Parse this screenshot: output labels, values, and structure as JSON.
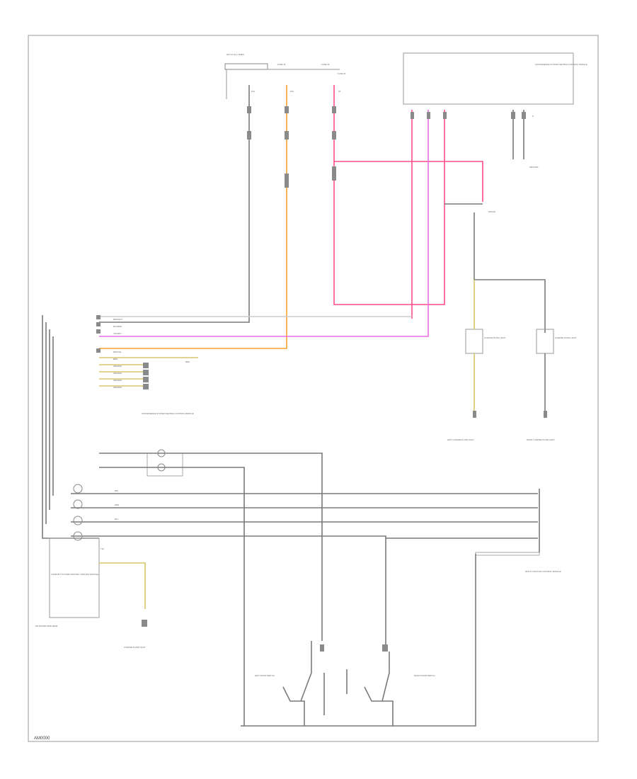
{
  "diagram": {
    "reference": "AM0000",
    "colors": {
      "black_wire": "#7a7a7a",
      "pink_wire": "#ff4d86",
      "magenta_wire": "#e66fe6",
      "orange_wire": "#f5a12a",
      "yellow_wire": "#d9c56a",
      "frame": "#999999"
    },
    "labels": {
      "top_fuse_box": "HOT AT ALL TIMES",
      "fuse_a": "FUSE 14",
      "fuse_b": "FUSE 15",
      "fuse_c": "FUSE 16",
      "fuse_a_rating": "10A",
      "fuse_b_rating": "15A",
      "fuse_c_rating": "5A",
      "top_right_module": "CONVENIENCE SYSTEM CENTRAL CONTROL MODULE",
      "ground_top_right": "GROUND",
      "ground_top_label": "G",
      "lamp_left": "LICENSE PLATE LIGHT",
      "lamp_right": "LICENSE PLATE LIGHT",
      "lamp_left_bottom": "LEFT LICENSE PLATE LIGHT",
      "lamp_right_bottom": "RIGHT LICENSE PLATE LIGHT",
      "splice": "SPLICE",
      "left_module": "COMFORT SYSTEM CENTRAL CONTROL MODULE",
      "left_module_sub": "ON DRIVER SIDE REAR",
      "center_module": "CONVENIENCE SYSTEM CENTRAL CONTROL MODULE",
      "right_bottom_module": "MULTI-FUNCTION CONTROL MODULE",
      "switch_left": "LEFT DOOR SWITCH",
      "switch_right": "RIGHT DOOR SWITCH",
      "ground_bottom_left": "LICENSE PLATE LIGHT",
      "bus_1": "BRN/WHT",
      "bus_2": "BLU/RED",
      "bus_3": "VIO/WHT",
      "bus_4": "RED/YEL",
      "bus_5": "BRN",
      "bus_6": "GRN/BLK",
      "bus_7": "GRN/BLK",
      "bus_8": "GRN/BLK",
      "bus_9": "GRN/BLK",
      "wire_blk": "BLK",
      "wire_brn": "BRN",
      "wire_grn": "GRN",
      "wire_blu": "BLU",
      "plus_label": "T16"
    }
  }
}
